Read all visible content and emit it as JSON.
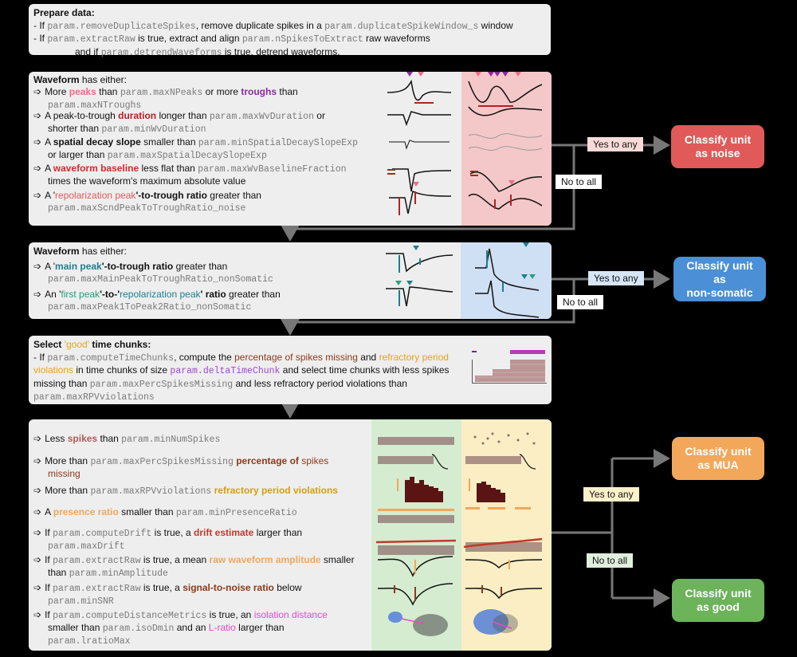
{
  "prepare": {
    "title": "Prepare data:",
    "l1_a": "- If ",
    "l1_c1": "param.removeDuplicateSpikes",
    "l1_b": ", remove duplicate spikes in a ",
    "l1_c2": "param.duplicateSpikeWindow_s",
    "l1_d": " window",
    "l2_a": "- If ",
    "l2_c1": "param.extractRaw",
    "l2_b": " is true, extract and align ",
    "l2_c2": "param.nSpikesToExtract",
    "l2_d": " raw waveforms",
    "l3_a": "and if ",
    "l3_c1": "param.detrendWaveforms",
    "l3_b": " is true, detrend waveforms."
  },
  "noise": {
    "title_b": "Waveform",
    "title_r": " has either:",
    "i1_a": "More ",
    "i1_k1": "peaks",
    "i1_b": " than ",
    "i1_c1": "param.maxNPeaks",
    "i1_c": " or more ",
    "i1_k2": "troughs",
    "i1_d": " than",
    "i1_c2": "param.maxNTroughs",
    "i2_a": "A peak-to-trough ",
    "i2_k": "duration",
    "i2_b": " longer than ",
    "i2_c1": "param.maxWvDuration",
    "i2_c": " or",
    "i2_d": "shorter than ",
    "i2_c2": "param.minWvDuration",
    "i3_a": "A ",
    "i3_k": "spatial decay slope",
    "i3_b": " smaller than ",
    "i3_c1": "param.minSpatialDecaySlopeExp",
    "i3_c": "or larger than  ",
    "i3_c2": "param.maxSpatialDecaySlopeExp",
    "i4_a": "A ",
    "i4_k": "waveform baseline",
    "i4_b": " less flat than ",
    "i4_c1": "param.maxWvBaselineFraction",
    "i4_c": "times the waveform's maximum absolute value",
    "i5_a": "A '",
    "i5_k": "repolarization peak",
    "i5_b": "'-to-trough ratio",
    "i5_c": " greater than",
    "i5_c2": "param.maxScndPeakToTroughRatio_noise"
  },
  "somatic": {
    "title_b": "Waveform",
    "title_r": " has either:",
    "i1_a": "A '",
    "i1_k": "main peak",
    "i1_b": "'-to-trough ratio",
    "i1_c": " greater than",
    "i1_c2": "param.maxMainPeakToTroughRatio_nonSomatic",
    "i2_a": "An '",
    "i2_k1": "first peak",
    "i2_b": "'-to-'",
    "i2_k2": "repolarization peak",
    "i2_c": "' ratio",
    "i2_d": " greater than",
    "i2_c2": "param.maxPeak1ToPeak2Ratio_nonSomatic"
  },
  "chunks": {
    "title_a": "Select ",
    "title_k": "'good'",
    "title_b": " time chunks:",
    "l1_a": "- If ",
    "l1_c1": "param.computeTimeChunks",
    "l1_b": ", compute the ",
    "l1_k1": "percentage of spikes missing",
    "l1_c": " and ",
    "l1_k2": "refractory period",
    "l2_k": "violations",
    "l2_a": " in time chunks of size ",
    "l2_c": "param.deltaTimeChunk",
    "l2_b": " and select time chunks with less spikes",
    "l3_a": "missing than ",
    "l3_c": "param.maxPercSpikesMissing",
    "l3_b": " and less refractory period violations than",
    "l4_c": "param.maxRPVviolations"
  },
  "quality": {
    "i1_a": "Less ",
    "i1_k": "spikes",
    "i1_b": " than ",
    "i1_c": "param.minNumSpikes",
    "i2_a": "More than  ",
    "i2_c": "param.maxPercSpikesMissing",
    "i2_k": " percentage of",
    "i2_k2": " spikes",
    "i2_k3": "missing",
    "i3_a": "More than ",
    "i3_c": "param.maxRPVviolations",
    "i3_k": " refractory period violations",
    "i4_a": "A ",
    "i4_k": "presence ratio",
    "i4_b": " smaller than ",
    "i4_c": "param.minPresenceRatio",
    "i5_a": "If ",
    "i5_c": "param.computeDrift",
    "i5_b": "  is true, a ",
    "i5_k": "drift estimate",
    "i5_d": " larger than",
    "i5_c2": "param.maxDrift",
    "i6_a": "If ",
    "i6_c": "param.extractRaw",
    "i6_b": " is true, a mean ",
    "i6_k": "raw waveform amplitude",
    "i6_d": " smaller",
    "i6_e": "than ",
    "i6_c2": "param.minAmplitude",
    "i7_a": "If ",
    "i7_c": "param.extractRaw",
    "i7_b": " is true, a ",
    "i7_k": "signal-to-noise ratio",
    "i7_d": " below",
    "i7_c2": "param.minSNR",
    "i8_a": "If ",
    "i8_c": "param.computeDistanceMetrics",
    "i8_b": " is true, an ",
    "i8_k": "isolation distance",
    "i8_d": "smaller than ",
    "i8_c2": "param.isoDmin",
    "i8_e": " and an ",
    "i8_k2": "L-ratio",
    "i8_f": " larger than",
    "i8_c3": "param.lratioMax"
  },
  "outcomes": {
    "noise": "Classify unit as noise",
    "nonsomatic_1": "Classify unit",
    "nonsomatic_2": "as",
    "nonsomatic_3": "non-somatic",
    "mua": "Classify unit as MUA",
    "good": "Classify unit as good"
  },
  "labels": {
    "yes_any": "Yes to any",
    "no_all": "No to all"
  },
  "colors": {
    "noise": "#e05a5a",
    "nonsomatic": "#4b8fd6",
    "mua": "#f2a75a",
    "good": "#6cb35a",
    "peaks": "#f06a8a",
    "troughs": "#8b2aa0",
    "duration": "#b22222",
    "teal": "#1c7f8c",
    "orange": "#e6a417",
    "pink": "#e849c8",
    "brown": "#8b3a1a"
  },
  "arrow_glyph": "➩"
}
